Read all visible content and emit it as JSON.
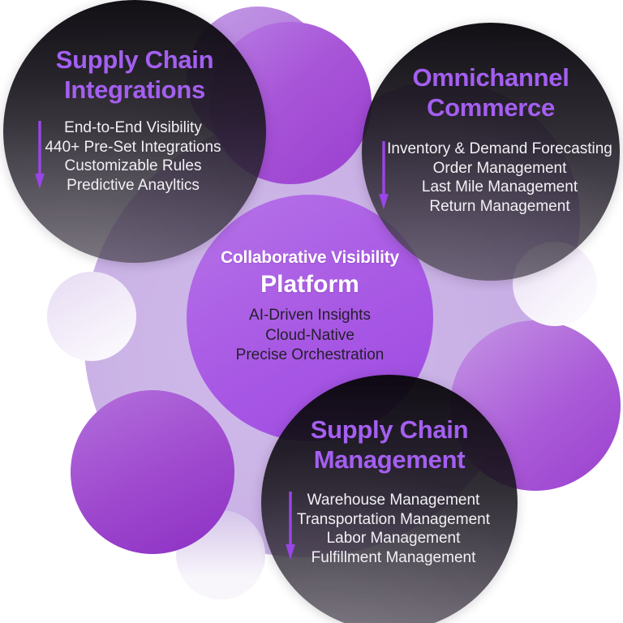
{
  "colors": {
    "accent-purple": "#a45ff0",
    "arrow-purple": "#9b45e8",
    "white-text": "#f2f0f4",
    "dark-text": "#241f2b",
    "center-circle-purple": "#a858e4",
    "dark-circle": "#16121a",
    "lavender-background": "#c8afe5"
  },
  "center": {
    "heading_line1": "Collaborative Visibility",
    "heading_line2": "Platform",
    "items": [
      "AI-Driven Insights",
      "Cloud-Native",
      "Precise Orchestration"
    ]
  },
  "nodes": [
    {
      "id": "supply-chain-integrations",
      "heading_line1": "Supply Chain",
      "heading_line2": "Integrations",
      "items": [
        "End-to-End Visibility",
        "440+ Pre-Set Integrations",
        "Customizable Rules",
        "Predictive Anayltics"
      ]
    },
    {
      "id": "omnichannel-commerce",
      "heading_line1": "Omnichannel",
      "heading_line2": "Commerce",
      "items": [
        "Inventory & Demand Forecasting",
        "Order Management",
        "Last Mile Management",
        "Return Management"
      ]
    },
    {
      "id": "supply-chain-management",
      "heading_line1": "Supply Chain",
      "heading_line2": "Management",
      "items": [
        "Warehouse Management",
        "Transportation Management",
        "Labor Management",
        "Fulfillment Management"
      ]
    }
  ],
  "icons": {
    "arrow": "down-arrow-icon"
  }
}
